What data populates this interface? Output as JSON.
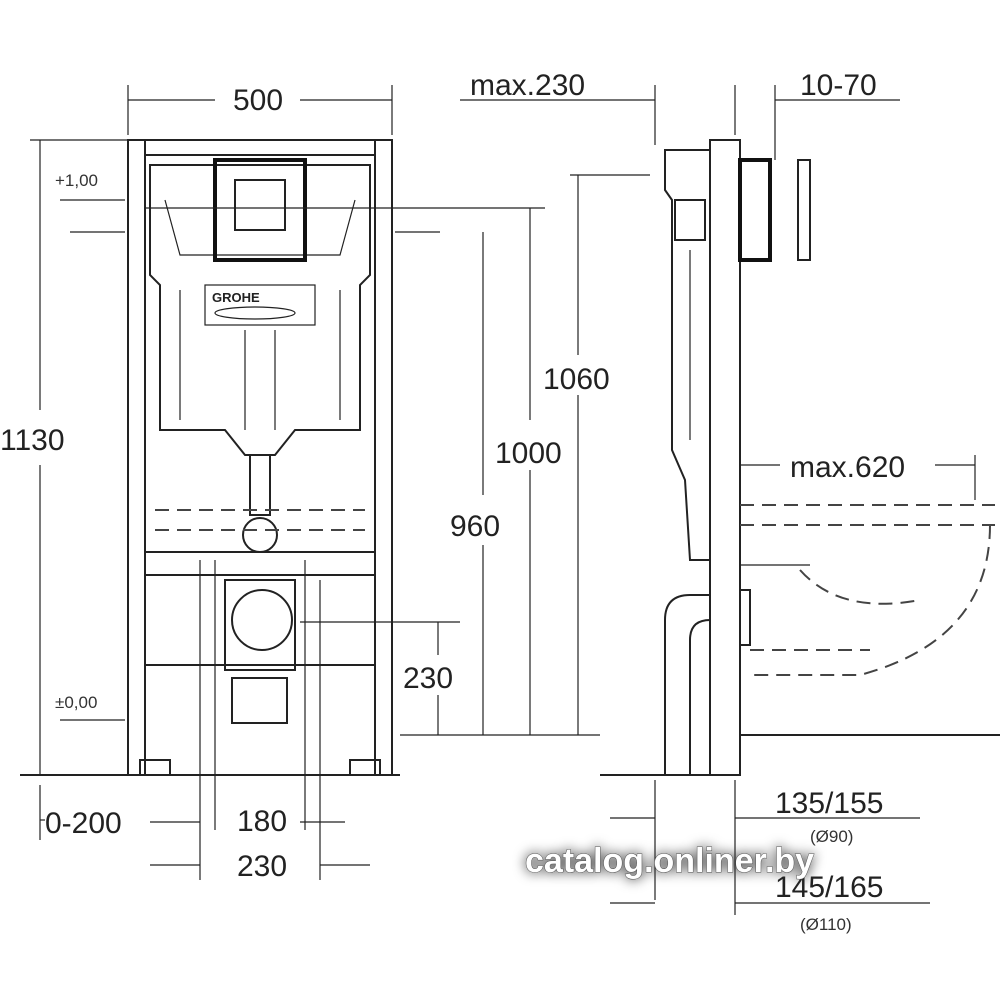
{
  "front_view": {
    "width_label": "500",
    "height_label": "1130",
    "level_top": "+1,00",
    "level_bottom": "±0,00",
    "offset_label": "0-200",
    "spacing_label_1": "180",
    "spacing_label_2": "230",
    "drain_height_label": "230",
    "brand_logo": "GROHE"
  },
  "middle_dims": {
    "d960": "960",
    "d1000": "1000",
    "d1060": "1060"
  },
  "side_view": {
    "max_depth_label": "max.230",
    "wall_range_label": "10-70",
    "bowl_label": "max.620",
    "pipe1_label": "135/155",
    "pipe1_diameter": "(Ø90)",
    "pipe2_label": "145/165",
    "pipe2_diameter": "(Ø110)"
  },
  "watermark": "catalog.onliner.by"
}
